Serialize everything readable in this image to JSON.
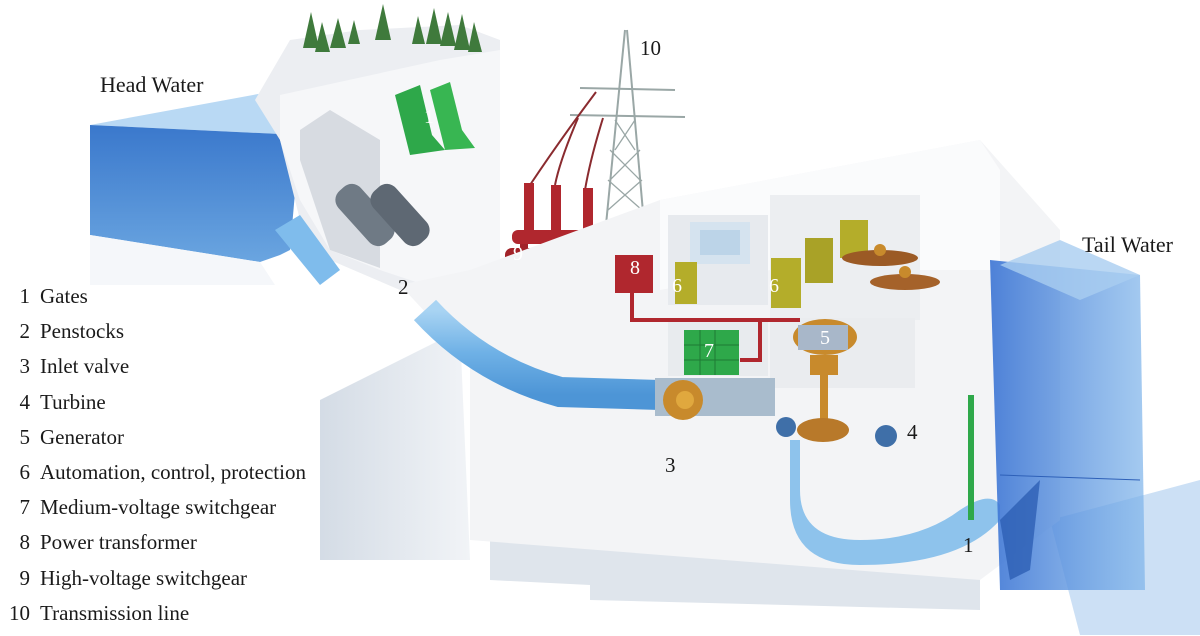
{
  "diagram": {
    "title": "Hydroelectric power plant cross-section",
    "regions": {
      "head_water": "Head Water",
      "tail_water": "Tail Water"
    },
    "callouts": {
      "gates_upper": "1",
      "penstocks": "2",
      "inlet_valve": "3",
      "turbine": "4",
      "generator": "5",
      "automation_left": "6",
      "automation_right": "6",
      "mv_switchgear": "7",
      "power_transformer": "8",
      "hv_switchgear": "9",
      "transmission_line": "10",
      "gates_lower": "1"
    },
    "legend": [
      {
        "num": "1",
        "label": "Gates"
      },
      {
        "num": "2",
        "label": "Penstocks"
      },
      {
        "num": "3",
        "label": "Inlet valve"
      },
      {
        "num": "4",
        "label": "Turbine"
      },
      {
        "num": "5",
        "label": "Generator"
      },
      {
        "num": "6",
        "label": "Automation, control, protection"
      },
      {
        "num": "7",
        "label": "Medium-voltage switchgear"
      },
      {
        "num": "8",
        "label": "Power transformer"
      },
      {
        "num": "9",
        "label": "High-voltage switchgear"
      },
      {
        "num": "10",
        "label": "Transmission line"
      }
    ],
    "colors": {
      "water_dark": "#3f7fd0",
      "water_light": "#8ec3ec",
      "concrete": "#f1f2f4",
      "concrete_shade": "#d9dde3",
      "gates_green": "#2ea84a",
      "switchgear_red": "#b0272e",
      "automation_olive": "#b4ad2a",
      "generator_bronze": "#c88a2c",
      "pylon_gray": "#9aa7a6",
      "trees": "#3f7a3c"
    }
  }
}
